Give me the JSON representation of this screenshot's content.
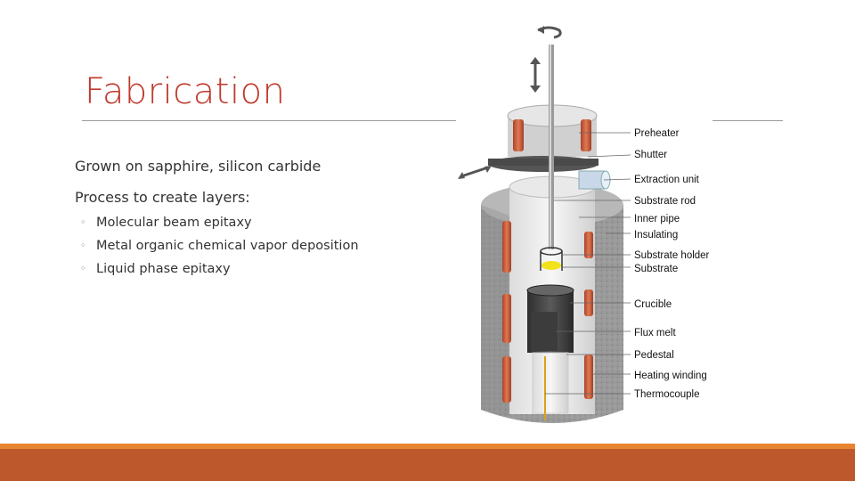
{
  "slide": {
    "title": "Fabrication",
    "bullets": [
      "Grown on sapphire, silicon carbide",
      "Process to create layers:"
    ],
    "sub_bullets": [
      "Molecular beam epitaxy",
      "Metal organic chemical vapor deposition",
      "Liquid phase epitaxy"
    ],
    "accent_color": "#c0392b",
    "footer_color": "#bd582c",
    "footer_stripe_color": "#e8852f"
  },
  "diagram": {
    "labels": [
      "Preheater",
      "Shutter",
      "Extraction unit",
      "Substrate rod",
      "Inner pipe",
      "Insulating",
      "Substrate holder",
      "Substrate",
      "Crucible",
      "Flux melt",
      "Pedestal",
      "Heating winding",
      "Thermocouple"
    ]
  }
}
